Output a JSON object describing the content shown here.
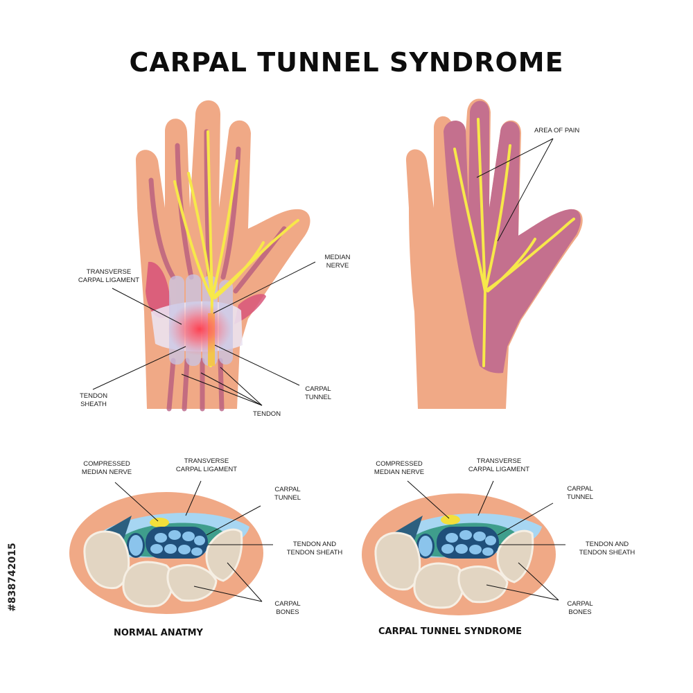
{
  "title": "CARPAL TUNNEL SYNDROME",
  "labels": {
    "transverse_ligament_top": "TRANSVERSE\nCARPAL LIGAMENT",
    "median_nerve": "MEDIAN\nNERVE",
    "tendon_sheath": "TENDON\nSHEATH",
    "carpal_tunnel_top": "CARPAL\nTUNNEL",
    "tendon": "TENDON",
    "area_of_pain": "AREA OF PAIN"
  },
  "normal_section": {
    "compressed_median_nerve": "COMPRESSED\nMEDIAN NERVE",
    "transverse_ligament": "TRANSVERSE\nCARPAL LIGAMENT",
    "carpal_tunnel": "CARPAL\nTUNNEL",
    "tendon_and_sheath": "TENDON AND\nTENDON SHEATH",
    "carpal_bones": "CARPAL\nBONES",
    "caption": "NORMAL ANATMY"
  },
  "syndrome_section": {
    "compressed_median_nerve": "COMPRESSED\nMEDIAN NERVE",
    "transverse_ligament": "TRANSVERSE\nCARPAL LIGAMENT",
    "carpal_tunnel": "CARPAL\nTUNNEL",
    "tendon_and_sheath": "TENDON AND\nTENDON SHEATH",
    "carpal_bones": "CARPAL\nBONES",
    "caption": "CARPAL TUNNEL SYNDROME"
  },
  "stock_id": "#838742015",
  "colors": {
    "skin": "#f0a986",
    "pain_area": "#c4708e",
    "nerve": "#f7e84a",
    "muscle": "#d8567a",
    "bone": "#e2d5c2",
    "sheath": "#3f9e8c",
    "tendon": "#8bc4ec",
    "ligament": "#a7d6f2"
  }
}
